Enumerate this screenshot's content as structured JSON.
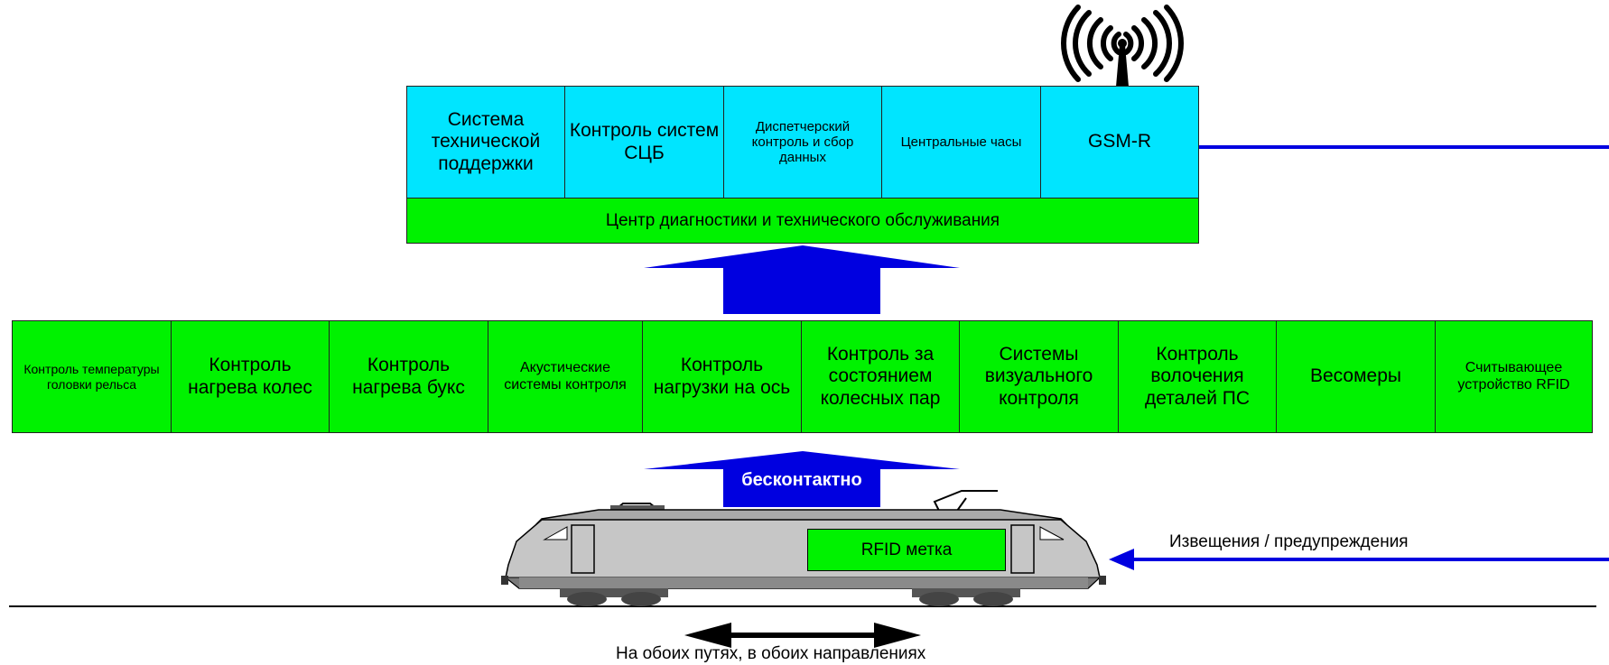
{
  "top_row": [
    {
      "label": "Система технической поддержки",
      "size": "f22"
    },
    {
      "label": "Контроль систем СЦБ",
      "size": "f22"
    },
    {
      "label": "Диспетчерский контроль и сбор данных",
      "size": "f15"
    },
    {
      "label": "Центральные часы",
      "size": "f15"
    },
    {
      "label": "GSM-R",
      "size": "f22"
    }
  ],
  "center_label": "Центр диагностики и технического обслуживания",
  "middle_row": [
    {
      "label": "Контроль температуры головки рельса",
      "size": "f14"
    },
    {
      "label": "Контроль нагрева колес",
      "size": "f22"
    },
    {
      "label": "Контроль нагрева букс",
      "size": "f22"
    },
    {
      "label": "Акустические системы контроля",
      "size": "f17",
      "small_first": "Акустические"
    },
    {
      "label": "Контроль нагрузки на ось",
      "size": "f22"
    },
    {
      "label": "Контроль за состоянием колесных пар",
      "size": "f22"
    },
    {
      "label": "Системы визуального контроля",
      "size": "f22"
    },
    {
      "label": "Контроль волочения деталей ПС",
      "size": "f22"
    },
    {
      "label": "Весомеры",
      "size": "f22"
    },
    {
      "label": "Считывающее устройство RFID",
      "size": "f17",
      "small_first": "Считывающее устройство"
    }
  ],
  "arrow_label": "бесконтактно",
  "rfid_label": "RFID метка",
  "notice_label": "Извещения / предупреждения",
  "bottom_label": "На обоих путях, в обоих направлениях",
  "colors": {
    "cyan": "#00e5ff",
    "green": "#00f200",
    "blue": "#0000e0"
  }
}
